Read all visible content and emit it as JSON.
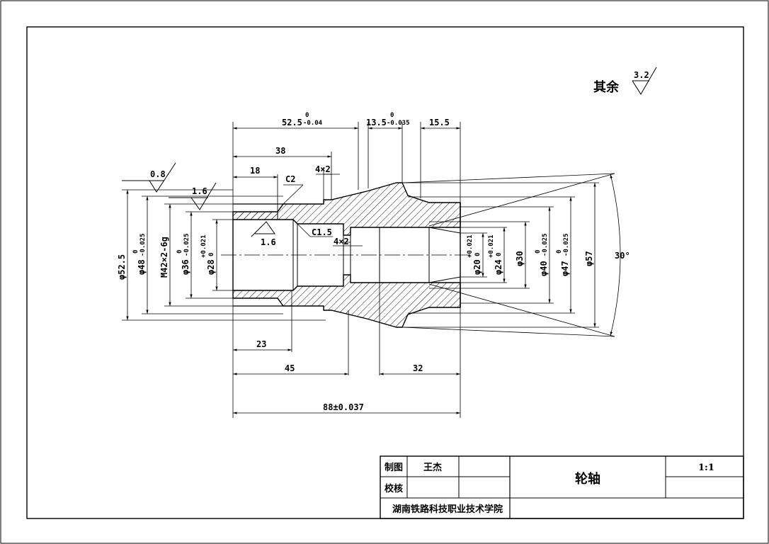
{
  "roughness": {
    "general_prefix": "其余",
    "general_value": "3.2",
    "values": [
      "0.8",
      "1.6",
      "1.6"
    ]
  },
  "dimensions": {
    "len_52_5": "52.5",
    "len_52_5_tol_upper": "0",
    "len_52_5_tol_lower": "-0.04",
    "len_13_5": "13.5",
    "len_13_5_tol_upper": "0",
    "len_13_5_tol_lower": "-0.035",
    "len_15_5": "15.5",
    "len_38": "38",
    "len_18": "18",
    "groove_1": "4×2",
    "chamfer_c2": "C2",
    "chamfer_c15": "C1.5",
    "groove_2": "4×2",
    "len_23": "23",
    "len_45": "45",
    "len_32": "32",
    "len_88": "88±0.037",
    "angle_30": "30°",
    "dia_52_5": "φ52.5",
    "dia_48": "φ48",
    "dia_48_tol_upper": "0",
    "dia_48_tol_lower": "-0.025",
    "thread_m42": "M42×2-6g",
    "dia_36": "φ36",
    "dia_36_tol_upper": "0",
    "dia_36_tol_lower": "-0.025",
    "dia_28": "φ28",
    "dia_28_tol_upper": "+0.021",
    "dia_28_tol_lower": "0",
    "dia_20": "φ20",
    "dia_20_tol_upper": "+0.021",
    "dia_20_tol_lower": "0",
    "dia_24": "φ24",
    "dia_24_tol_upper": "+0.021",
    "dia_24_tol_lower": "0",
    "dia_30": "φ30",
    "dia_40": "φ40",
    "dia_40_tol_upper": "0",
    "dia_40_tol_lower": "-0.025",
    "dia_47": "φ47",
    "dia_47_tol_upper": "0",
    "dia_47_tol_lower": "-0.025",
    "dia_57": "φ57"
  },
  "title_block": {
    "drawn_by_label": "制图",
    "drawn_by_name": "王杰",
    "checked_by_label": "校核",
    "part_name": "轮轴",
    "scale": "1:1",
    "institution": "湖南铁路科技职业技术学院"
  }
}
